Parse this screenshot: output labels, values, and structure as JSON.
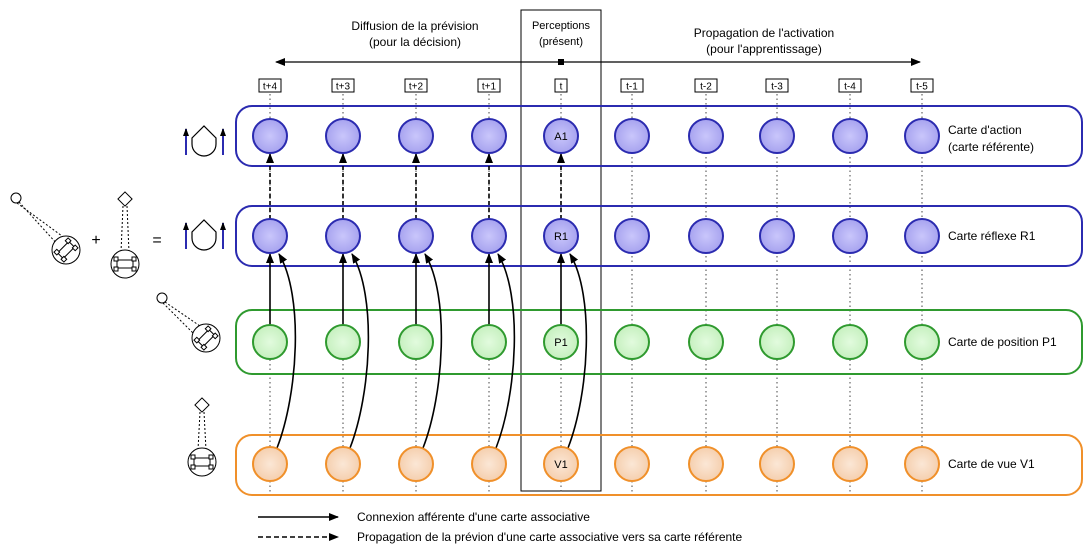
{
  "header": {
    "left_title_line1": "Diffusion de la prévision",
    "left_title_line2": "(pour la décision)",
    "center_title_line1": "Perceptions",
    "center_title_line2": "(présent)",
    "right_title_line1": "Propagation de l'activation",
    "right_title_line2": "(pour l'apprentissage)"
  },
  "time_labels": [
    "t+4",
    "t+3",
    "t+2",
    "t+1",
    "t",
    "t-1",
    "t-2",
    "t-3",
    "t-4",
    "t-5"
  ],
  "maps": [
    {
      "id": "action",
      "label_line1": "Carte d'action",
      "label_line2": "(carte référente)",
      "center_label": "A1",
      "color": "#2b2bb0",
      "fill": "#b7b4f4"
    },
    {
      "id": "reflex",
      "label_line1": "Carte réflexe R1",
      "label_line2": "",
      "center_label": "R1",
      "color": "#2b2bb0",
      "fill": "#b7b4f4"
    },
    {
      "id": "position",
      "label_line1": "Carte de position P1",
      "label_line2": "",
      "center_label": "P1",
      "color": "#2f9a2f",
      "fill": "#d4f6cf"
    },
    {
      "id": "view",
      "label_line1": "Carte de vue V1",
      "label_line2": "",
      "center_label": "V1",
      "color": "#f0902a",
      "fill": "#f9dcc3"
    }
  ],
  "equation": {
    "plus": "+",
    "equals": "="
  },
  "legend": {
    "solid": "Connexion afférente d'une carte associative",
    "dashed": "Propagation de la prévion d'une carte associative vers sa carte référente"
  }
}
